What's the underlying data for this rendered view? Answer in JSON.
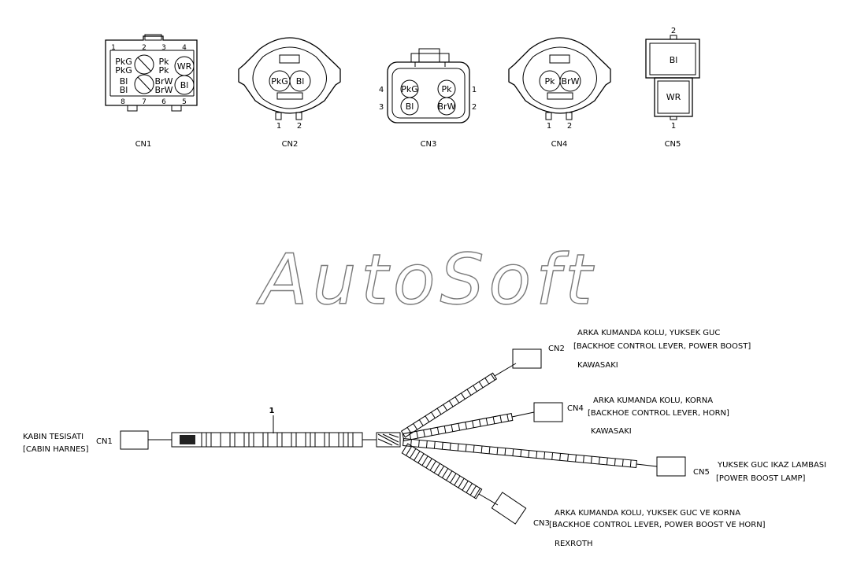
{
  "watermark": "AutoSoft",
  "connectors": {
    "cn1": {
      "name": "CN1",
      "top_pins": [
        "1",
        "2",
        "3",
        "4"
      ],
      "bottom_pins": [
        "8",
        "7",
        "6",
        "5"
      ],
      "cells": [
        [
          "PkG",
          "PkG"
        ],
        [
          "",
          ""
        ],
        [
          "Pk",
          "Pk"
        ],
        [
          "WR",
          ""
        ],
        [
          "Bl",
          "Bl"
        ],
        [
          "",
          ""
        ],
        [
          "BrW",
          "BrW"
        ],
        [
          "Bl",
          ""
        ]
      ]
    },
    "cn2": {
      "name": "CN2",
      "wires": [
        "PkG",
        "Bl"
      ],
      "pins": [
        "1",
        "2"
      ]
    },
    "cn3": {
      "name": "CN3",
      "wires": [
        "PkG",
        "Pk",
        "Bl",
        "BrW"
      ],
      "pins_left": [
        "4",
        "3"
      ],
      "pins_right": [
        "1",
        "2"
      ]
    },
    "cn4": {
      "name": "CN4",
      "wires": [
        "Pk",
        "BrW"
      ],
      "pins": [
        "1",
        "2"
      ]
    },
    "cn5": {
      "name": "CN5",
      "wires": [
        "Bl",
        "WR"
      ],
      "pins": [
        "2",
        "1"
      ]
    }
  },
  "harness": {
    "item_number": "1",
    "cn1": {
      "tag": "CN1",
      "label_line1": "KABIN TESISATI",
      "label_line2": "[CABIN HARNES]"
    },
    "cn2": {
      "tag": "CN2",
      "label_line1": "ARKA KUMANDA KOLU, YUKSEK GUC",
      "label_line2": "[BACKHOE CONTROL LEVER, POWER BOOST]",
      "label_line3": "KAWASAKI"
    },
    "cn4": {
      "tag": "CN4",
      "label_line1": "ARKA KUMANDA KOLU, KORNA",
      "label_line2": "[BACKHOE CONTROL LEVER, HORN]",
      "label_line3": "KAWASAKI"
    },
    "cn5": {
      "tag": "CN5",
      "label_line1": "YUKSEK GUC IKAZ LAMBASI",
      "label_line2": "[POWER BOOST LAMP]"
    },
    "cn3": {
      "tag": "CN3",
      "label_line1": "ARKA KUMANDA KOLU, YUKSEK GUC VE KORNA",
      "label_line2": "[BACKHOE CONTROL LEVER, POWER BOOST VE HORN]",
      "label_line3": "REXROTH"
    }
  }
}
